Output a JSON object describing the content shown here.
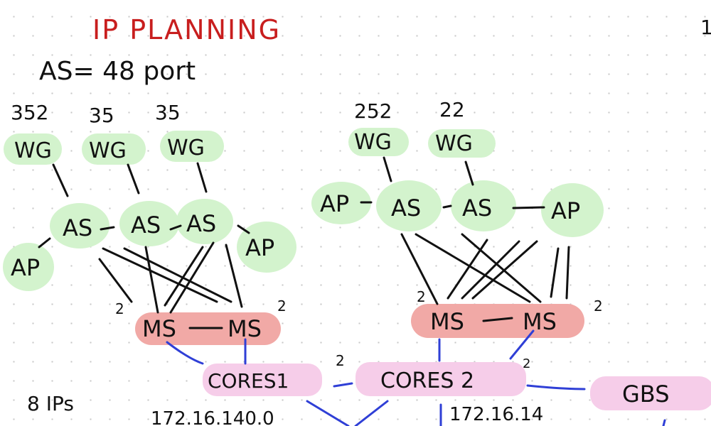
{
  "title": "IP PLANNING",
  "page_number": "1",
  "subtitle": "AS= 48 port",
  "left_cluster": {
    "wg_counts": [
      "352",
      "35",
      "35"
    ],
    "wg_label": "WG",
    "as_label": "AS",
    "ap_label": "AP",
    "ms_label": "MS",
    "side_number": "2"
  },
  "right_cluster": {
    "wg_counts": [
      "252",
      "22"
    ],
    "wg_label": "WG",
    "as_label": "AS",
    "ap_label": "AP",
    "ms_label": "MS",
    "side_number": "2"
  },
  "core": {
    "core1": "CORES1",
    "core2": "CORES 2",
    "gbs": "GBS",
    "link_number": "2"
  },
  "notes": {
    "ips": "8 IPs",
    "subnet_left": "172.16.140.0",
    "subnet_right": "172.16.14"
  },
  "colors": {
    "title": "#c81e1e",
    "green_highlight": "#d3f3cd",
    "red_highlight": "#f1a9a6",
    "pink_highlight": "#f6cde9",
    "blue_link": "#2f3fd6"
  }
}
